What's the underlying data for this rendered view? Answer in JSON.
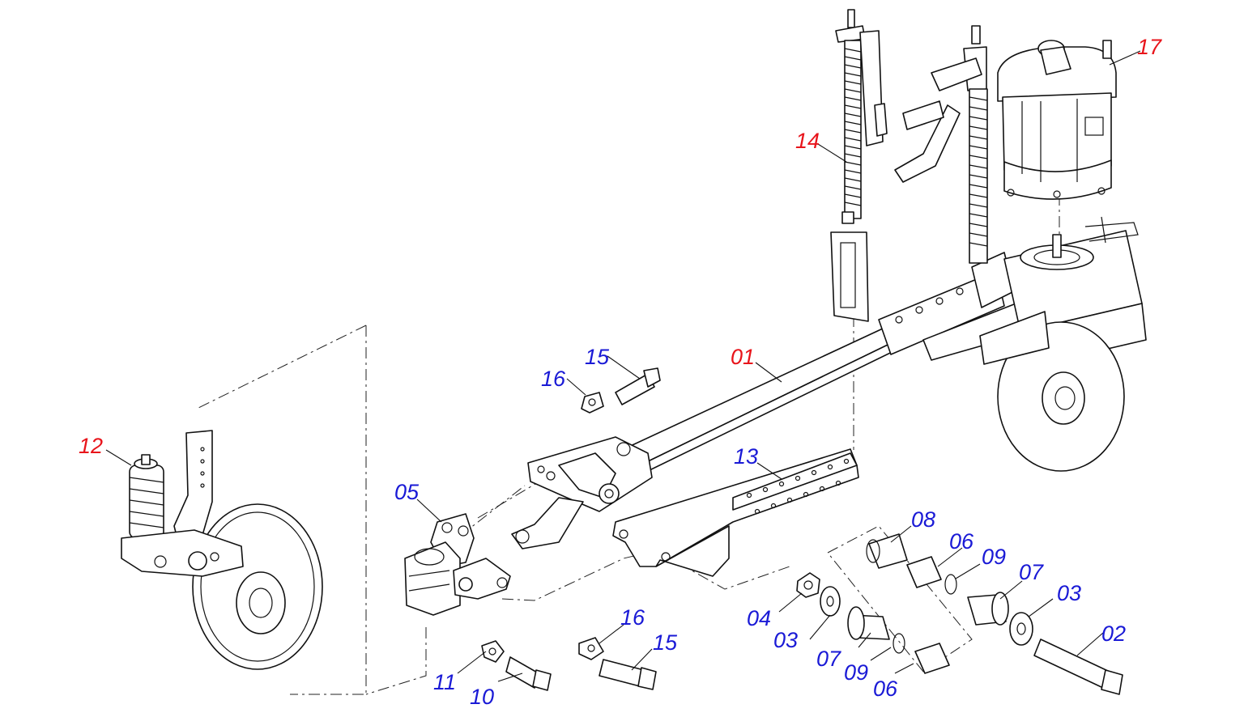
{
  "diagram": {
    "labels": [
      {
        "id": "01",
        "text": "01",
        "color": "#e8141b"
      },
      {
        "id": "02",
        "text": "02",
        "color": "#1a1ad6"
      },
      {
        "id": "03a",
        "text": "03",
        "color": "#1a1ad6"
      },
      {
        "id": "03b",
        "text": "03",
        "color": "#1a1ad6"
      },
      {
        "id": "04",
        "text": "04",
        "color": "#1a1ad6"
      },
      {
        "id": "05",
        "text": "05",
        "color": "#1a1ad6"
      },
      {
        "id": "06a",
        "text": "06",
        "color": "#1a1ad6"
      },
      {
        "id": "06b",
        "text": "06",
        "color": "#1a1ad6"
      },
      {
        "id": "07a",
        "text": "07",
        "color": "#1a1ad6"
      },
      {
        "id": "07b",
        "text": "07",
        "color": "#1a1ad6"
      },
      {
        "id": "08",
        "text": "08",
        "color": "#1a1ad6"
      },
      {
        "id": "09a",
        "text": "09",
        "color": "#1a1ad6"
      },
      {
        "id": "09b",
        "text": "09",
        "color": "#1a1ad6"
      },
      {
        "id": "10",
        "text": "10",
        "color": "#1a1ad6"
      },
      {
        "id": "11",
        "text": "11",
        "color": "#1a1ad6"
      },
      {
        "id": "12",
        "text": "12",
        "color": "#e8141b"
      },
      {
        "id": "13",
        "text": "13",
        "color": "#1a1ad6"
      },
      {
        "id": "14",
        "text": "14",
        "color": "#e8141b"
      },
      {
        "id": "15a",
        "text": "15",
        "color": "#1a1ad6"
      },
      {
        "id": "15b",
        "text": "15",
        "color": "#1a1ad6"
      },
      {
        "id": "16a",
        "text": "16",
        "color": "#1a1ad6"
      },
      {
        "id": "16b",
        "text": "16",
        "color": "#1a1ad6"
      },
      {
        "id": "17",
        "text": "17",
        "color": "#e8141b"
      }
    ]
  }
}
